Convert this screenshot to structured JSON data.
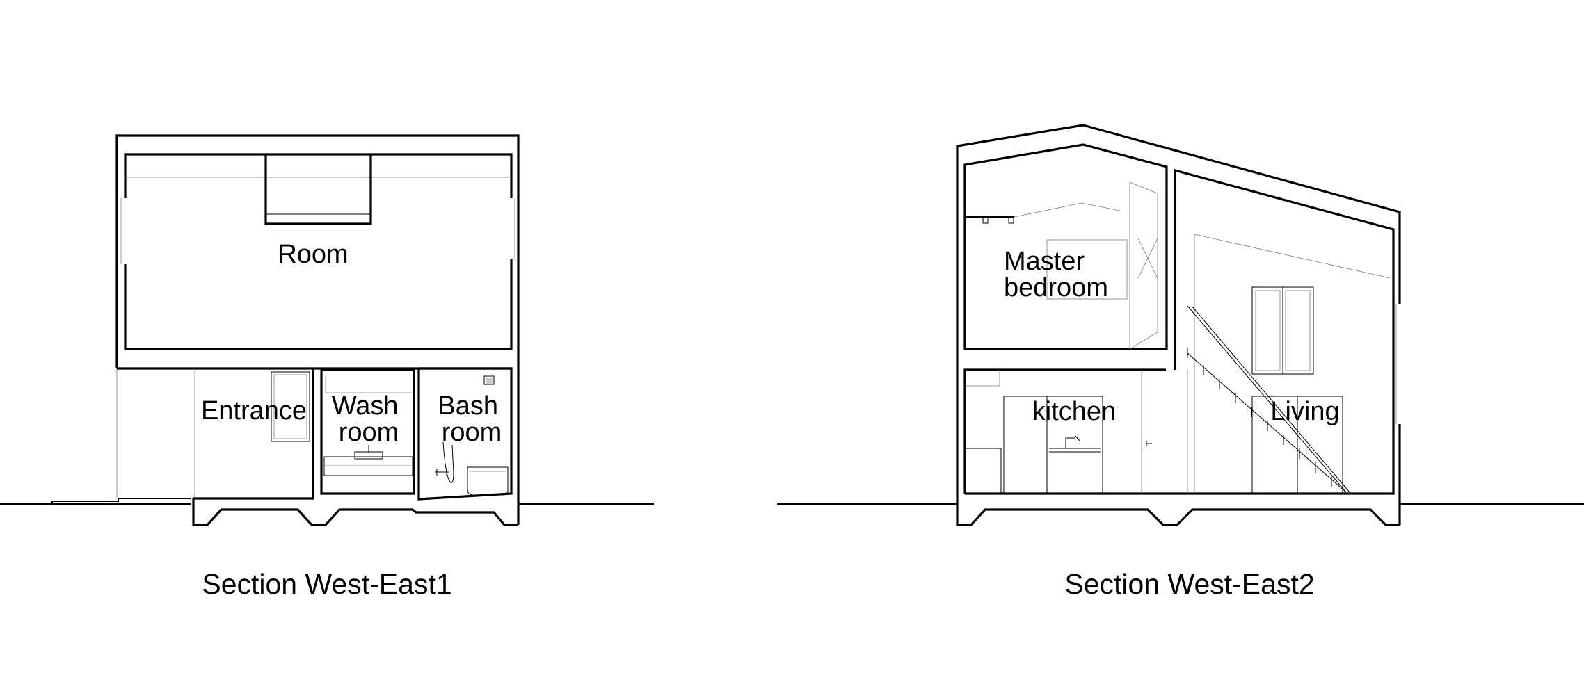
{
  "sections": [
    {
      "title": "Section West-East1",
      "rooms": [
        {
          "lines": [
            "Room"
          ]
        },
        {
          "lines": [
            "Entrance"
          ]
        },
        {
          "lines": [
            "Wash",
            "room"
          ]
        },
        {
          "lines": [
            "Bash",
            "room"
          ]
        }
      ]
    },
    {
      "title": "Section West-East2",
      "rooms": [
        {
          "lines": [
            "Master",
            "bedroom"
          ]
        },
        {
          "lines": [
            "kitchen"
          ]
        },
        {
          "lines": [
            "Living"
          ]
        }
      ]
    }
  ]
}
